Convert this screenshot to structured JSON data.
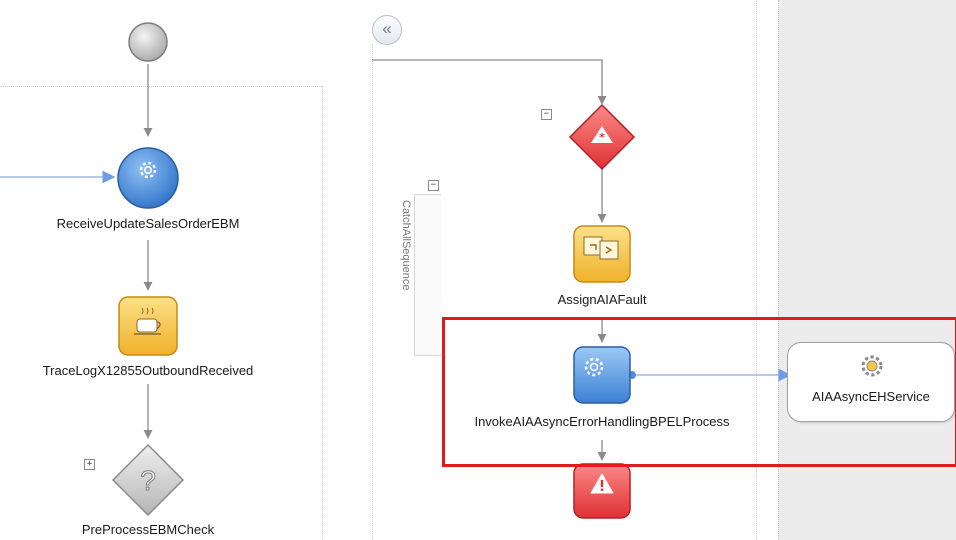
{
  "nodes": {
    "receive": {
      "label": "ReceiveUpdateSalesOrderEBM"
    },
    "trace": {
      "label": "TraceLogX12855OutboundReceived"
    },
    "preprocess": {
      "label": "PreProcessEBMCheck"
    },
    "assign": {
      "label": "AssignAIAFault"
    },
    "invoke": {
      "label": "InvokeAIAAsyncErrorHandlingBPELProcess"
    }
  },
  "scope": {
    "label": "CatchAllSequence"
  },
  "service": {
    "label": "AIAAsyncEHService"
  },
  "controls": {
    "collapse_glyph": "«",
    "minus_glyph": "−",
    "plus_glyph": "+"
  },
  "icons": {
    "start": "start-event-icon",
    "receive": "gear-icon",
    "trace": "coffee-cup-icon",
    "preprocess": "question-mark-icon",
    "catch_all": "asterisk-icon",
    "assign": "assign-icon",
    "invoke": "gear-icon",
    "throw": "warning-icon",
    "service": "gear-icon"
  },
  "colors": {
    "blue_node": "#4f8fd8",
    "yellow_node": "#f6c23e",
    "red_node": "#e9454a",
    "gray_node": "#c9c9c9",
    "highlight": "#e01b1b",
    "connector": "#8a8a8a",
    "wire": "#9fb6e6"
  }
}
